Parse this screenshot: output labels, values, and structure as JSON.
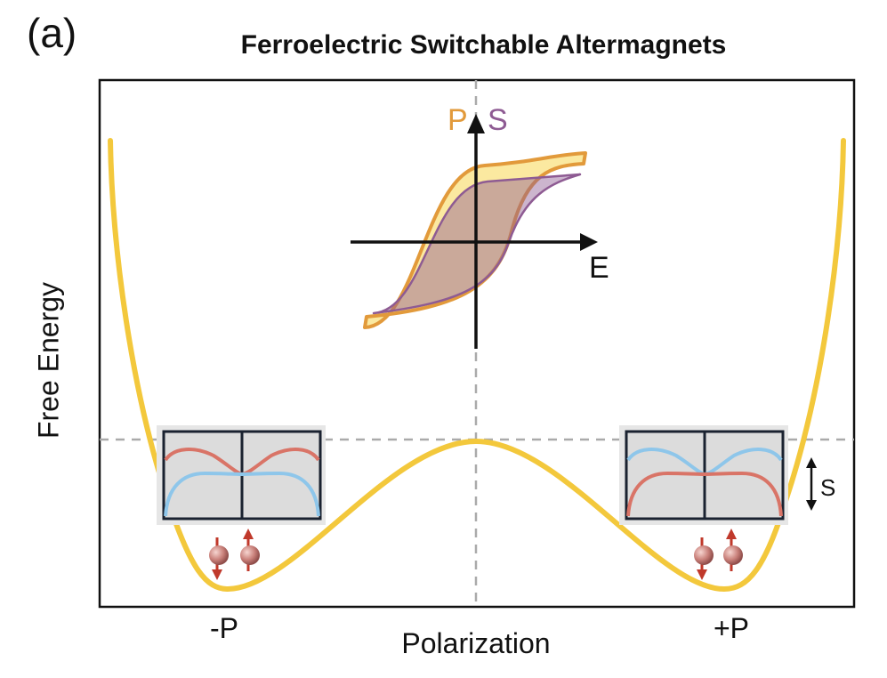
{
  "panel_label": "(a)",
  "title": "Ferroelectric Switchable Altermagnets",
  "y_axis_label": "Free Energy",
  "x_axis_label": "Polarization",
  "x_ticks": {
    "minus": "-P",
    "plus": "+P"
  },
  "hysteresis": {
    "p_label": "P",
    "s_label": "S",
    "e_label": "E"
  },
  "spin_splitting_label": "S",
  "colors": {
    "energy_curve": "#f3c83c",
    "polarization_loop": "#e29a3b",
    "spin_loop": "#8e5b93",
    "band_red": "#d97467",
    "band_blue": "#8ec6ea",
    "inset_background": "#e6e6e6",
    "arrow": "#c0392b",
    "dashed_guide": "#aaaaaa"
  }
}
